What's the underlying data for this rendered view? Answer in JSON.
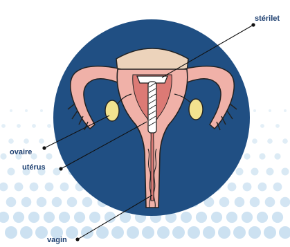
{
  "labels": {
    "sterilet": "stérilet",
    "ovaire": "ovaire",
    "uterus": "utérus",
    "vagin": "vagin"
  },
  "colors": {
    "circle": "#204f83",
    "uterus_fill": "#f0b1a8",
    "uterus_inner": "#dc7a75",
    "ovary": "#f2e28f",
    "fundus": "#ecd3bb",
    "dots": "#c9dff0",
    "label_text": "#1d3f70",
    "outline": "#222222"
  },
  "icons": {
    "iud": "iud-device-icon"
  }
}
